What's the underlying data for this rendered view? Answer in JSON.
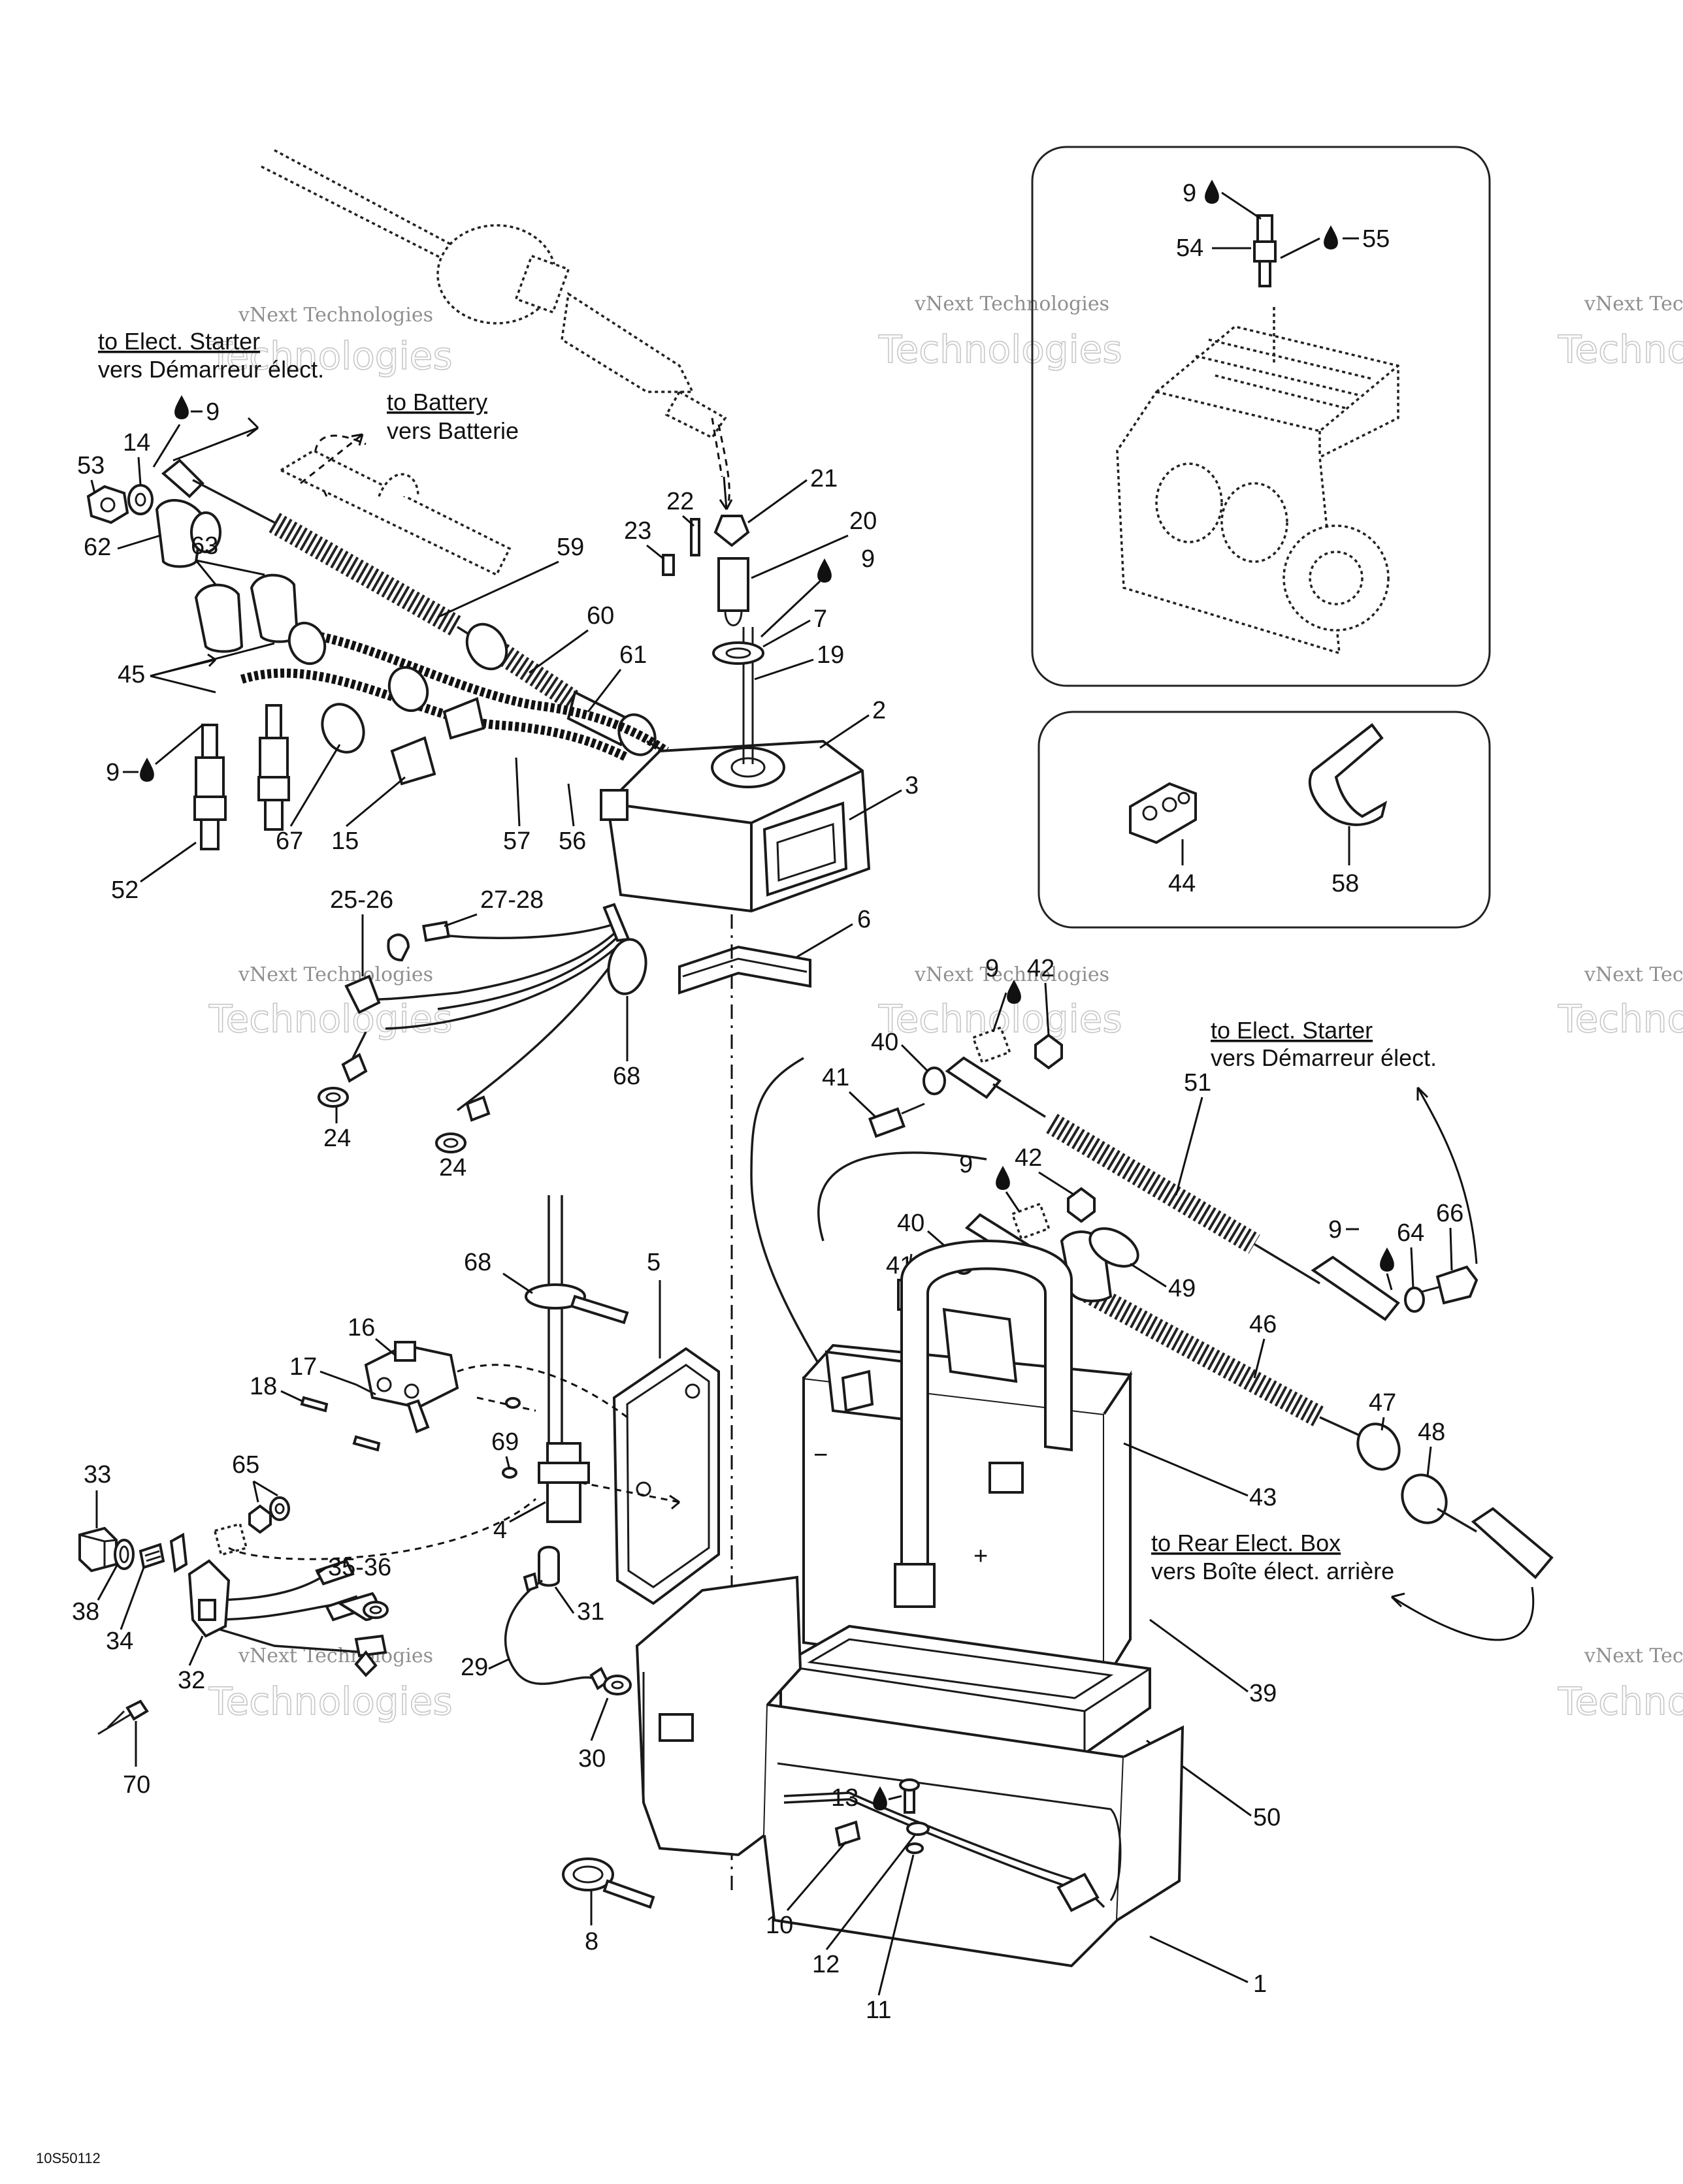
{
  "callouts": {
    "c1": "1",
    "c2": "2",
    "c3": "3",
    "c4": "4",
    "c5": "5",
    "c6": "6",
    "c7": "7",
    "c8": "8",
    "c9a": "9",
    "c9b": "9",
    "c9c": "9",
    "c9d": "9",
    "c9e": "9",
    "c9f": "9",
    "c9g": "9",
    "c10": "10",
    "c11": "11",
    "c12": "12",
    "c13": "13",
    "c14": "14",
    "c15": "15",
    "c16": "16",
    "c17": "17",
    "c18": "18",
    "c19": "19",
    "c20": "20",
    "c21": "21",
    "c22": "22",
    "c23": "23",
    "c24a": "24",
    "c24b": "24",
    "c2526": "25-26",
    "c2728": "27-28",
    "c29": "29",
    "c30": "30",
    "c31": "31",
    "c32": "32",
    "c33": "33",
    "c34": "34",
    "c3536": "35-36",
    "c38": "38",
    "c39": "39",
    "c40a": "40",
    "c40b": "40",
    "c41a": "41",
    "c41b": "41",
    "c42a": "42",
    "c42b": "42",
    "c43": "43",
    "c44": "44",
    "c45": "45",
    "c46": "46",
    "c47": "47",
    "c48": "48",
    "c49": "49",
    "c50": "50",
    "c51": "51",
    "c52": "52",
    "c53": "53",
    "c54": "54",
    "c55": "55",
    "c56": "56",
    "c57": "57",
    "c58": "58",
    "c59": "59",
    "c60": "60",
    "c61": "61",
    "c62": "62",
    "c63": "63",
    "c64": "64",
    "c65": "65",
    "c66": "66",
    "c67": "67",
    "c68a": "68",
    "c68b": "68",
    "c69": "69",
    "c70": "70"
  },
  "notes": {
    "starter1_en": "to Elect. Starter",
    "starter1_fr": "vers Démarreur élect.",
    "battery_en": "to Battery",
    "battery_fr": "vers Batterie",
    "starter2_en": "to Elect. Starter",
    "starter2_fr": "vers Démarreur élect.",
    "rearbox_en": "to Rear Elect. Box",
    "rearbox_fr": "vers Boîte élect. arrière"
  },
  "battery_marks": {
    "neg": "−",
    "pos": "+"
  },
  "drawing_code": "10S50112",
  "watermark": {
    "line1": "vNext Technologies",
    "line2": "Technologies"
  },
  "colors": {
    "ink": "#1a1a1a",
    "paper": "#ffffff",
    "watermark": "#bdbdbd"
  },
  "icons": {
    "lubricant": "oil-drop-icon"
  }
}
